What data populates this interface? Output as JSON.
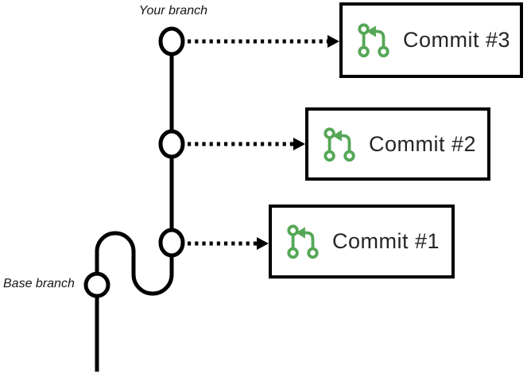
{
  "diagram": {
    "colors": {
      "background": "#ffffff",
      "line": "#000000",
      "accent_green": "#55a757",
      "text": "#262626"
    },
    "labels": {
      "your_branch": "Your branch",
      "base_branch": "Base branch"
    },
    "commits": [
      {
        "label": "Commit #3"
      },
      {
        "label": "Commit #2"
      },
      {
        "label": "Commit #1"
      }
    ],
    "icons": {
      "commit": "git-pull-request-arrow-icon"
    }
  }
}
